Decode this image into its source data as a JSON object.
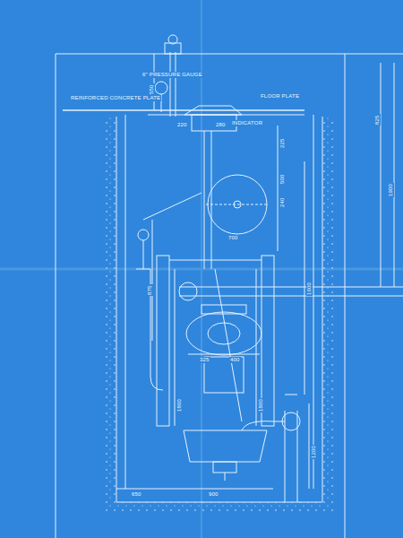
{
  "diagram": {
    "labels": [
      "6\" PRESSURE GAUGE",
      "REINFORCED CONCRETE PLATE",
      "FLOOR PLATE",
      "INDICATOR",
      "220",
      "280",
      "550",
      "700",
      "225",
      "500",
      "240",
      "1600",
      "875",
      "1800",
      "1800",
      "325",
      "400",
      "1200",
      "650",
      "900",
      "825",
      "1900"
    ]
  }
}
